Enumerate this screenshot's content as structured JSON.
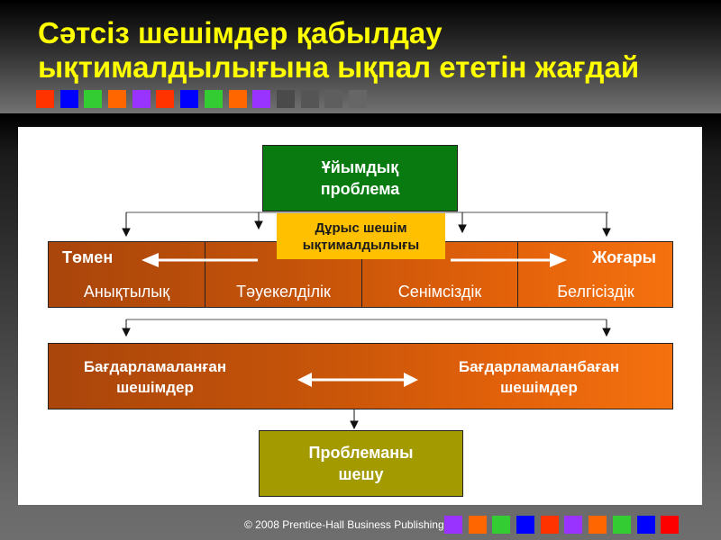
{
  "slide": {
    "title_line1": "Сәтсіз шешімдер қабылдау",
    "title_line2": "ықтималдылығына ықпал ететін жағдай",
    "title_color": "#FFFF00",
    "top_squares": [
      "#FF3300",
      "#0000FF",
      "#33CC33",
      "#FF6600",
      "#9933FF",
      "#FF3300",
      "#0000FF",
      "#33CC33",
      "#FF6600",
      "#9933FF",
      "#4a4a4a",
      "#555555",
      "#5e5e5e",
      "#666666"
    ],
    "footer_squares": [
      "#9933FF",
      "#FF6600",
      "#33CC33",
      "#0000FF",
      "#FF3300",
      "#9933FF",
      "#FF6600",
      "#33CC33",
      "#0000FF",
      "#FF0000"
    ],
    "footer_text": "© 2008 Prentice-Hall Business Publishing"
  },
  "diagram": {
    "org_problem": {
      "line1": "Ұйымдық",
      "line2": "проблема",
      "color": "#087A10"
    },
    "probability": {
      "line1": "Дұрыс шешім",
      "line2": "ықтималдылығы",
      "color": "#FFC000"
    },
    "scale": {
      "low_label": "Төмен",
      "high_label": "Жоғары",
      "cells": [
        "Анықтылық",
        "Тәуекелділік",
        "Сенімсіздік",
        "Белгісіздік"
      ]
    },
    "decisions": {
      "programmed_line1": "Бағдарламаланған",
      "programmed_line2": "шешімдер",
      "nonprogrammed_line1": "Бағдарламаланбаған",
      "nonprogrammed_line2": "шешімдер"
    },
    "solve": {
      "line1": "Проблеманы",
      "line2": "шешу",
      "color": "#A39A00"
    }
  }
}
